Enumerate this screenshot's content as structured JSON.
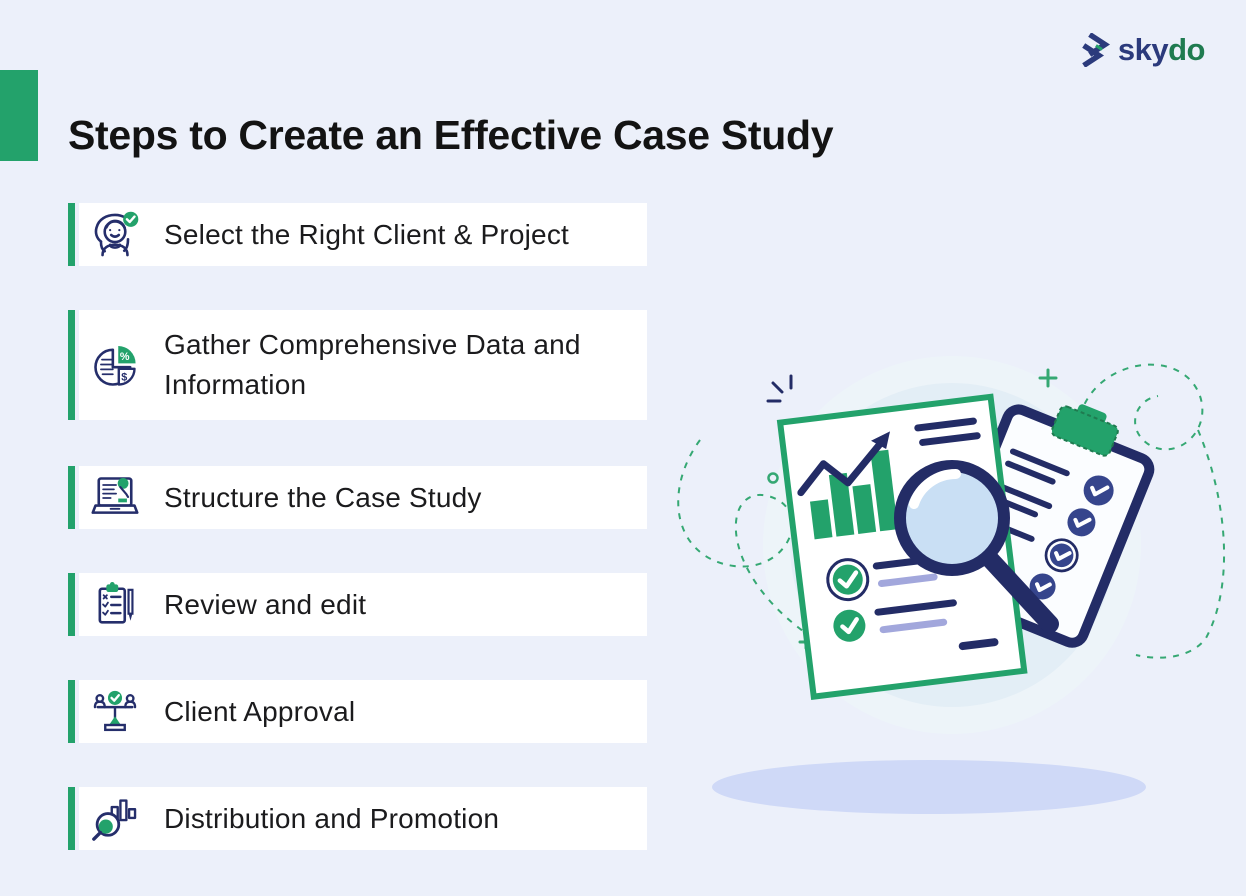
{
  "page": {
    "title": "Steps to Create an Effective Case Study"
  },
  "brand": {
    "name": "skydo",
    "name_part1": "sky",
    "name_part2": "do"
  },
  "steps": [
    {
      "label": "Select the Right Client & Project",
      "icon": "client-check-icon"
    },
    {
      "label": "Gather Comprehensive Data and Information",
      "icon": "data-pie-chart-icon"
    },
    {
      "label": "Structure the Case Study",
      "icon": "laptop-document-icon"
    },
    {
      "label": "Review and edit",
      "icon": "checklist-pen-icon"
    },
    {
      "label": "Client Approval",
      "icon": "approval-scale-icon"
    },
    {
      "label": "Distribution and Promotion",
      "icon": "magnifier-bar-chart-icon"
    }
  ],
  "colors": {
    "background": "#ECF0FA",
    "accent_green": "#23A26B",
    "icon_navy": "#252E6B",
    "illustration_navy": "#232C66",
    "check_circle_blue": "#36458C",
    "lavender_line": "#A2A7DC",
    "lens_blue": "#C9DFF4",
    "circle_backdrop": "#EDF4F9",
    "ground_shadow": "#CFD9F7",
    "logo_navy": "#2B3A7C",
    "logo_green": "#1F7B50",
    "title_text": "#131313",
    "step_text": "#1B1B1D"
  },
  "illustration": {
    "elements": [
      "document-with-growth-chart",
      "clipboard-checklist",
      "magnifying-glass",
      "ground-shadow",
      "dashed-loops"
    ]
  }
}
